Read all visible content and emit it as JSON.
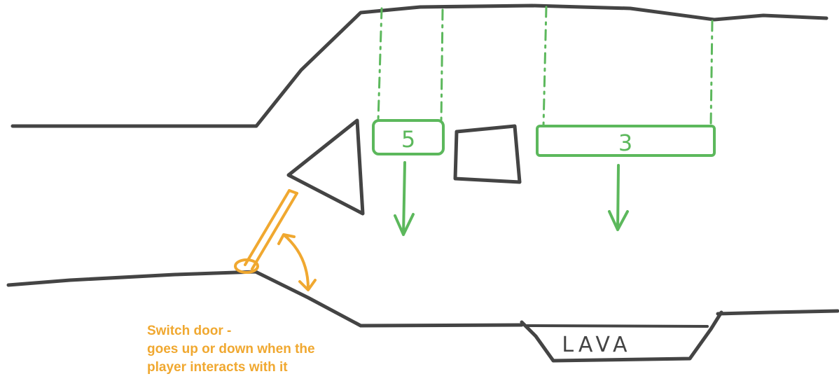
{
  "colors": {
    "ink": "#444444",
    "platform": "#5cb85c",
    "switch": "#f0a830",
    "background": "#ffffff"
  },
  "platforms": [
    {
      "label": "5"
    },
    {
      "label": "3"
    }
  ],
  "hazard": {
    "label": "LAVA"
  },
  "annotation": {
    "line1": "Switch door -",
    "line2": "goes up or down when the",
    "line3": "player interacts with it"
  }
}
